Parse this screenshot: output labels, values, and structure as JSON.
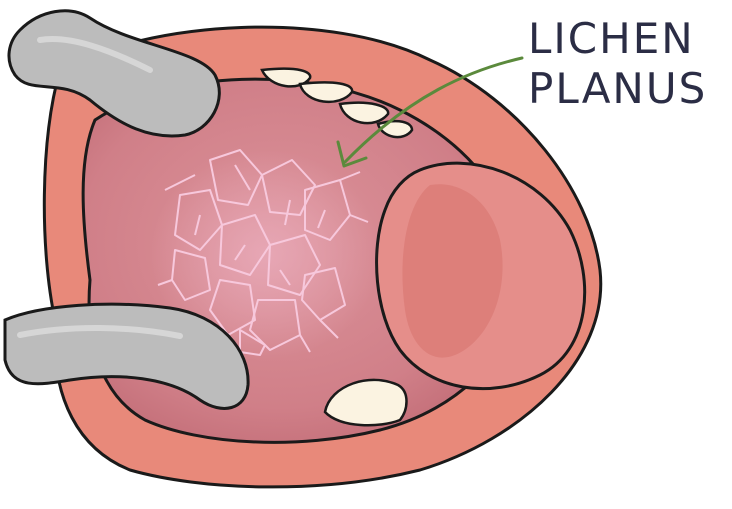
{
  "annotation": {
    "line1": "LICHEN",
    "line2": "PLANUS",
    "text_color": "#2b2d45",
    "arrow_color": "#5b8a3c"
  },
  "palette": {
    "lip": "#e8897a",
    "lip_dark": "#d86f62",
    "buccal_mucosa": "#d98c92",
    "mucosa_shadow": "#c9727b",
    "lesion_lines": "#f7c8dc",
    "teeth": "#fbf3e1",
    "retractor": "#bcbcbc",
    "tongue_side": "#e58e8a",
    "outline": "#1a1a1a"
  },
  "icons": [
    "cheek-retractor",
    "tooth",
    "lesion-network",
    "arrow"
  ]
}
